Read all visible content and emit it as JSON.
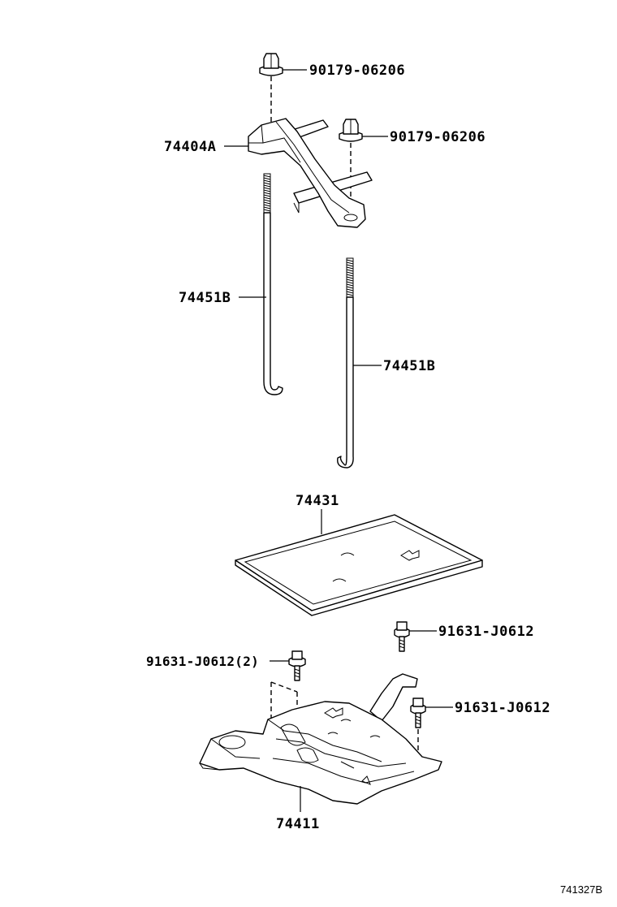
{
  "diagram": {
    "ref_code": "741327B",
    "parts": [
      {
        "id": "nut_top",
        "number": "90179-06206"
      },
      {
        "id": "nut_right",
        "number": "90179-06206"
      },
      {
        "id": "clamp",
        "number": "74404A"
      },
      {
        "id": "rod_left",
        "number": "74451B"
      },
      {
        "id": "rod_right",
        "number": "74451B"
      },
      {
        "id": "tray",
        "number": "74431"
      },
      {
        "id": "bolt_top_right",
        "number": "91631-J0612"
      },
      {
        "id": "bolt_left",
        "number": "91631-J0612(2)"
      },
      {
        "id": "bolt_right",
        "number": "91631-J0612"
      },
      {
        "id": "carrier",
        "number": "74411"
      }
    ]
  }
}
